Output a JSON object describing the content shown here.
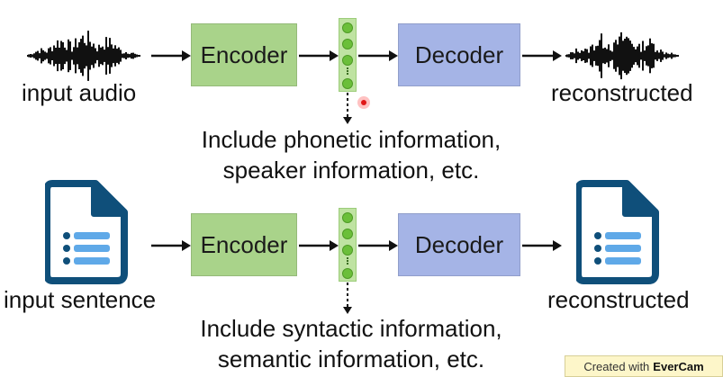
{
  "row1": {
    "input_label": "input audio",
    "encoder_label": "Encoder",
    "decoder_label": "Decoder",
    "output_label": "reconstructed",
    "caption_line1": "Include phonetic information,",
    "caption_line2": "speaker information, etc."
  },
  "row2": {
    "input_label": "input sentence",
    "encoder_label": "Encoder",
    "decoder_label": "Decoder",
    "output_label": "reconstructed",
    "caption_line1": "Include syntactic information,",
    "caption_line2": "semantic information, etc."
  },
  "watermark": {
    "prefix": "Created with",
    "brand": "EverCam"
  },
  "colors": {
    "encoder": "#a9d38a",
    "decoder": "#a5b4e6",
    "latent_node": "#6bbf3a",
    "document_icon": "#0f4f7a",
    "document_lines": "#5fa9e8"
  },
  "icons": {
    "waveform": "audio-waveform-icon",
    "document": "document-list-icon"
  }
}
